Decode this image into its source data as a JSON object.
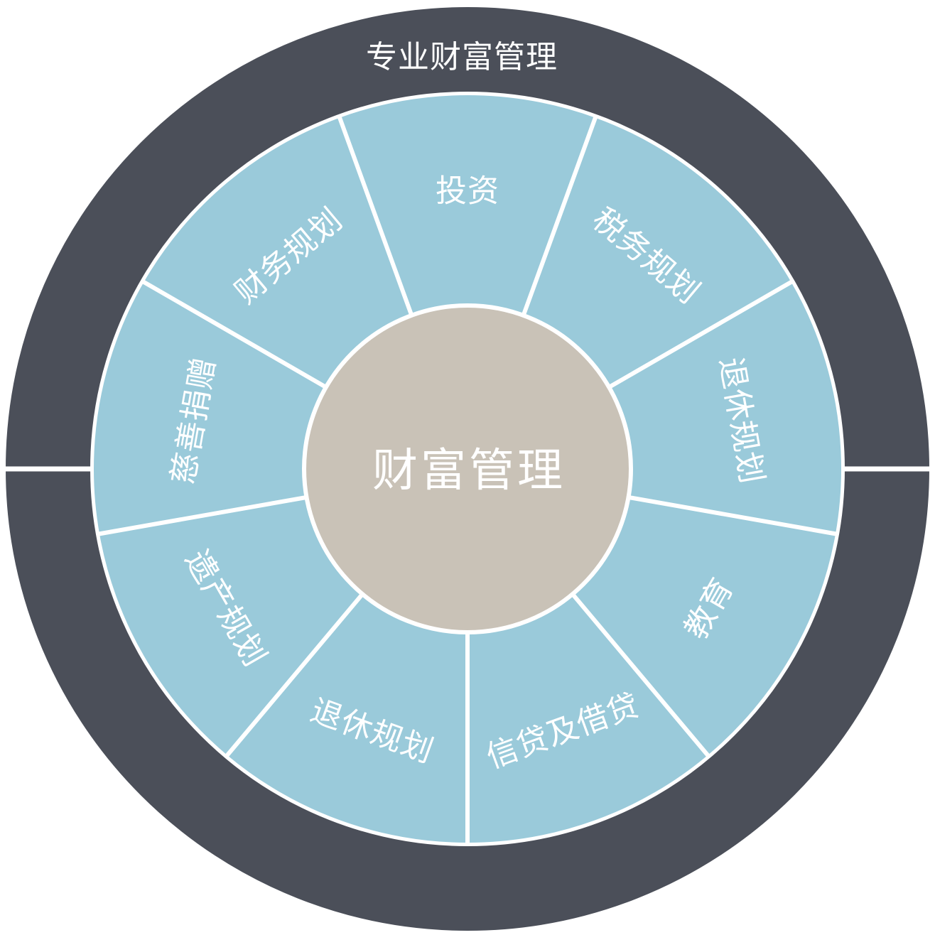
{
  "title": "专业财富管理",
  "center": {
    "label": "财富管理"
  },
  "segments": [
    {
      "label": "投资",
      "bearing": 0
    },
    {
      "label": "税务规划",
      "bearing": 40
    },
    {
      "label": "退休规划",
      "bearing": 80
    },
    {
      "label": "教育",
      "bearing": 120
    },
    {
      "label": "信贷及借贷",
      "bearing": 160
    },
    {
      "label": "退休规划",
      "bearing": 200
    },
    {
      "label": "遗产规划",
      "bearing": 240
    },
    {
      "label": "慈善捐赠",
      "bearing": 280
    },
    {
      "label": "财务规划",
      "bearing": 320
    }
  ],
  "colors": {
    "outer_ring": "#4B4F59",
    "segment_fill": "#9ACADA",
    "center_fill": "#C9C2B7",
    "divider": "#FFFFFF",
    "label_text": "#FFFFFF",
    "background": "#FFFFFF"
  }
}
